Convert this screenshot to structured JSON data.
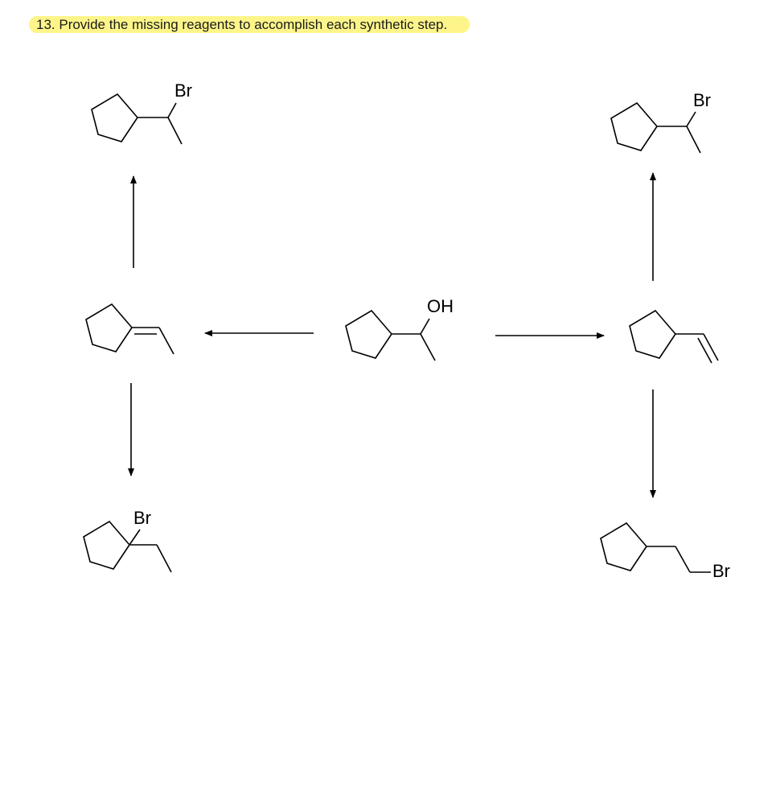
{
  "question": {
    "text": "13. Provide the missing reagents to accomplish each synthetic step."
  },
  "labels": {
    "br": "Br",
    "oh": "OH"
  },
  "colors": {
    "highlight": "#fdf58a",
    "ink": "#000000"
  }
}
